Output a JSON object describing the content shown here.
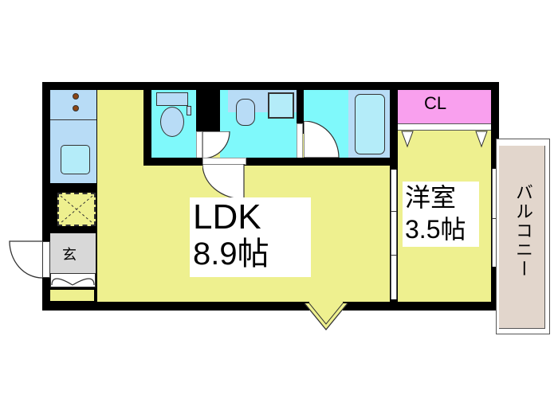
{
  "floorplan": {
    "rooms": {
      "ldk": {
        "name": "LDK",
        "size": "8.9帖"
      },
      "western_room": {
        "name": "洋室",
        "size": "3.5帖"
      },
      "closet": {
        "label": "CL"
      },
      "entrance": {
        "label": "玄"
      },
      "balcony": {
        "label": "バルコニー"
      }
    },
    "colors": {
      "wall": "#000000",
      "living_floor": "#eef08f",
      "kitchen": "#b8dcf6",
      "wet_area": "#7ff9fb",
      "closet": "#f9a0ee",
      "entrance": "#d8d8d8",
      "balcony": "#e2d6cc"
    }
  }
}
